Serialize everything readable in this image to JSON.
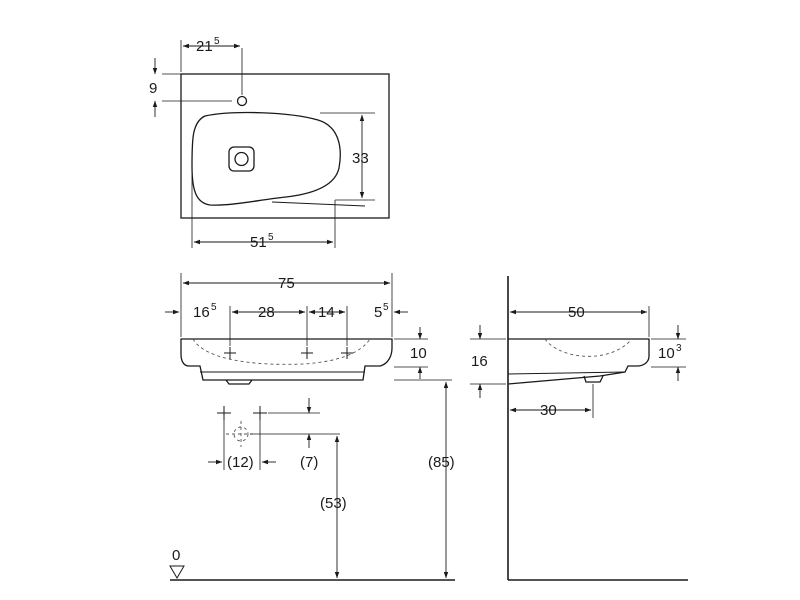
{
  "top_view": {
    "dim_tap_offset": "21",
    "dim_tap_offset_sup": "5",
    "dim_edge_to_tap": "9",
    "dim_bowl_depth": "33",
    "dim_bowl_width": "51",
    "dim_bowl_width_sup": "5"
  },
  "front_view": {
    "dim_total_width": "75",
    "dim_left_to_valve": "16",
    "dim_left_to_valve_sup": "5",
    "dim_between_valves": "28",
    "dim_valve_to_tap": "14",
    "dim_tap_to_right": "5",
    "dim_tap_to_right_sup": "5",
    "dim_rim_height": "10",
    "dim_valve_spacing": "(12)",
    "dim_valve_drop": "(7)",
    "dim_drain_height": "(53)",
    "dim_mount_height": "(85)",
    "floor_level": "0"
  },
  "side_view": {
    "dim_depth": "50",
    "dim_height": "16",
    "dim_rim_height": "10",
    "dim_rim_height_sup": "3",
    "dim_drain_from_wall": "30"
  }
}
